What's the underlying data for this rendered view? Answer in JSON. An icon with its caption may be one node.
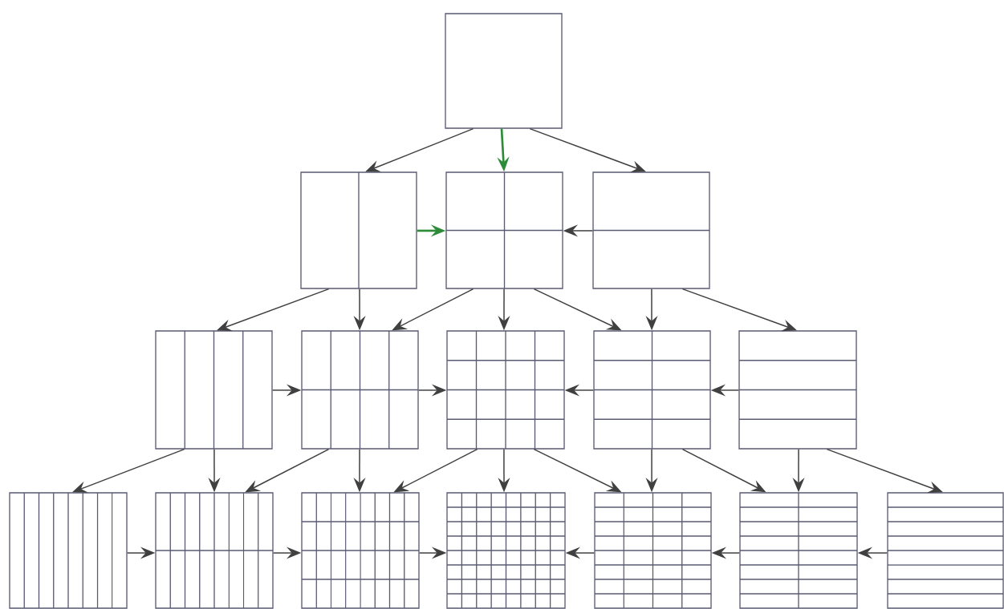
{
  "diagram": {
    "nodes": [
      {
        "text": [],
        "shape": "box"
      },
      {
        "text": [],
        "shape": "box"
      },
      {
        "text": [],
        "shape": "box"
      },
      {
        "text": [],
        "shape": "box"
      },
      {
        "text": [],
        "shape": "box"
      },
      {
        "text": [],
        "shape": "box"
      },
      {
        "text": [],
        "shape": "box"
      },
      {
        "text": [],
        "shape": "box"
      },
      {
        "text": [],
        "shape": "box"
      },
      {
        "text": [],
        "shape": "box"
      },
      {
        "text": [],
        "shape": "box"
      },
      {
        "text": [],
        "shape": "box"
      },
      {
        "text": [],
        "shape": "box"
      },
      {
        "text": [],
        "shape": "box"
      },
      {
        "text": [],
        "shape": "box"
      },
      {
        "text": [],
        "shape": "box"
      }
    ],
    "edges": [
      {
        "from": 0,
        "to": 1,
        "arrow": "to"
      },
      {
        "from": 0,
        "to": 2,
        "arrow": "to",
        "color": "#2e8b3a"
      },
      {
        "from": 0,
        "to": 3,
        "arrow": "to"
      },
      {
        "from": 1,
        "to": 2,
        "arrow": "to",
        "color": "#2e8b3a"
      },
      {
        "from": 3,
        "to": 2,
        "arrow": "to"
      },
      {
        "from": 1,
        "to": 4,
        "arrow": "to"
      },
      {
        "from": 1,
        "to": 5,
        "arrow": "to"
      },
      {
        "from": 2,
        "to": 5,
        "arrow": "to"
      },
      {
        "from": 2,
        "to": 6,
        "arrow": "to"
      },
      {
        "from": 2,
        "to": 7,
        "arrow": "to"
      },
      {
        "from": 3,
        "to": 7,
        "arrow": "to"
      },
      {
        "from": 3,
        "to": 8,
        "arrow": "to"
      },
      {
        "from": 4,
        "to": 5,
        "arrow": "to"
      },
      {
        "from": 5,
        "to": 6,
        "arrow": "to"
      },
      {
        "from": 7,
        "to": 6,
        "arrow": "to"
      },
      {
        "from": 8,
        "to": 7,
        "arrow": "to"
      },
      {
        "from": 4,
        "to": 9,
        "arrow": "to"
      },
      {
        "from": 4,
        "to": 10,
        "arrow": "to"
      },
      {
        "from": 5,
        "to": 10,
        "arrow": "to"
      },
      {
        "from": 5,
        "to": 11,
        "arrow": "to"
      },
      {
        "from": 6,
        "to": 11,
        "arrow": "to"
      },
      {
        "from": 6,
        "to": 12,
        "arrow": "to"
      },
      {
        "from": 6,
        "to": 13,
        "arrow": "to"
      },
      {
        "from": 7,
        "to": 13,
        "arrow": "to"
      },
      {
        "from": 7,
        "to": 14,
        "arrow": "to"
      },
      {
        "from": 8,
        "to": 14,
        "arrow": "to"
      },
      {
        "from": 8,
        "to": 15,
        "arrow": "to"
      },
      {
        "from": 9,
        "to": 10,
        "arrow": "to"
      },
      {
        "from": 10,
        "to": 11,
        "arrow": "to"
      },
      {
        "from": 11,
        "to": 12,
        "arrow": "to"
      },
      {
        "from": 13,
        "to": 12,
        "arrow": "to"
      },
      {
        "from": 14,
        "to": 13,
        "arrow": "to"
      },
      {
        "from": 15,
        "to": 14,
        "arrow": "to"
      }
    ]
  }
}
